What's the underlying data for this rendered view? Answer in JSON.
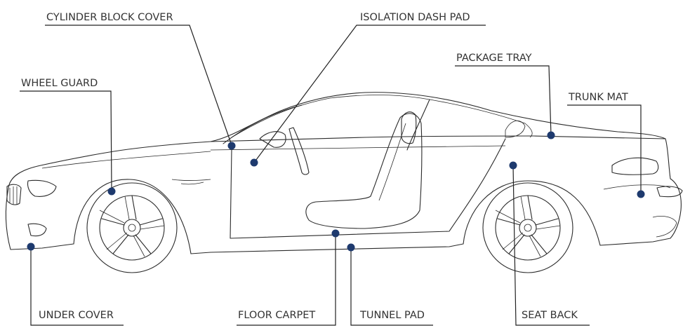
{
  "colors": {
    "marker": "#1e3a6e",
    "line": "#222222",
    "text": "#333333"
  },
  "labels": {
    "cylinder_block_cover": "CYLINDER BLOCK COVER",
    "isolation_dash_pad": "ISOLATION DASH PAD",
    "package_tray": "PACKAGE TRAY",
    "wheel_guard": "WHEEL GUARD",
    "trunk_mat": "TRUNK MAT",
    "under_cover": "UNDER COVER",
    "floor_carpet": "FLOOR CARPET",
    "tunnel_pad": "TUNNEL PAD",
    "seat_back": "SEAT BACK"
  }
}
